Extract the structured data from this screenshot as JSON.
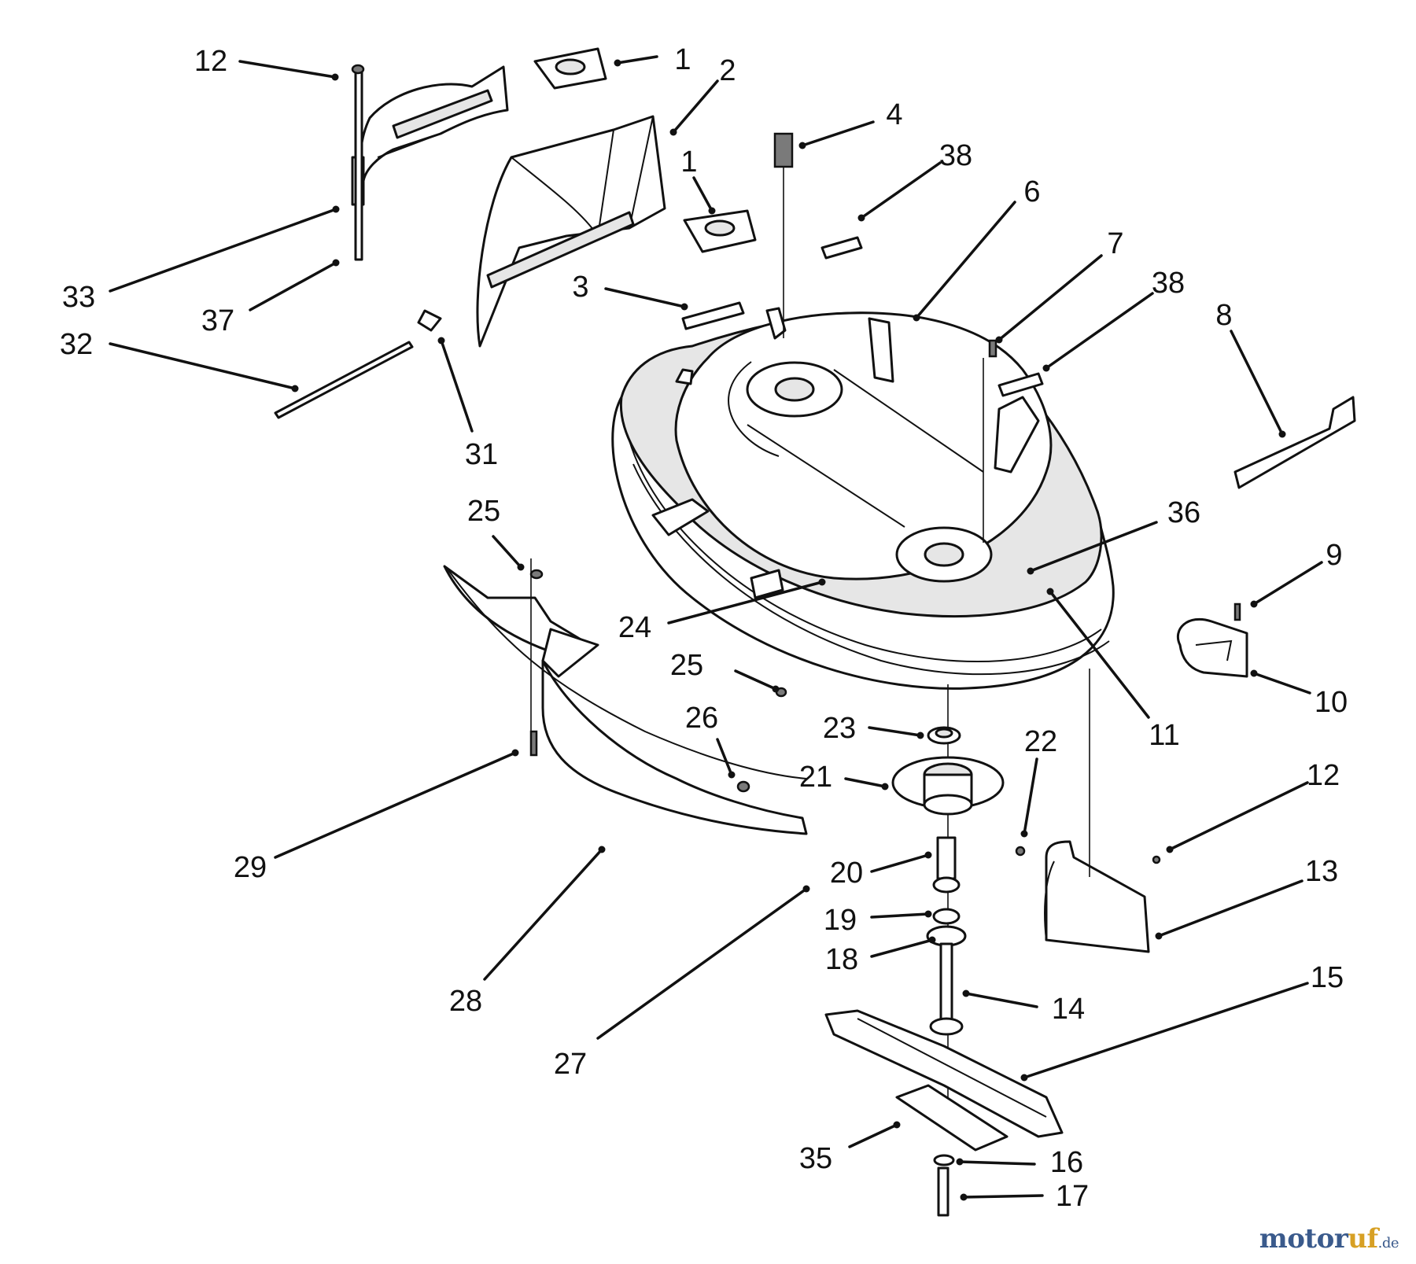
{
  "diagram": {
    "callouts": [
      {
        "id": "c12a",
        "text": "12"
      },
      {
        "id": "c1a",
        "text": "1"
      },
      {
        "id": "c2",
        "text": "2"
      },
      {
        "id": "c4",
        "text": "4"
      },
      {
        "id": "c38a",
        "text": "38"
      },
      {
        "id": "c1b",
        "text": "1"
      },
      {
        "id": "c6",
        "text": "6"
      },
      {
        "id": "c7",
        "text": "7"
      },
      {
        "id": "c38b",
        "text": "38"
      },
      {
        "id": "c8",
        "text": "8"
      },
      {
        "id": "c3",
        "text": "3"
      },
      {
        "id": "c33",
        "text": "33"
      },
      {
        "id": "c37",
        "text": "37"
      },
      {
        "id": "c32",
        "text": "32"
      },
      {
        "id": "c31",
        "text": "31"
      },
      {
        "id": "c36",
        "text": "36"
      },
      {
        "id": "c25a",
        "text": "25"
      },
      {
        "id": "c9",
        "text": "9"
      },
      {
        "id": "c24",
        "text": "24"
      },
      {
        "id": "c25b",
        "text": "25"
      },
      {
        "id": "c10",
        "text": "10"
      },
      {
        "id": "c26",
        "text": "26"
      },
      {
        "id": "c23",
        "text": "23"
      },
      {
        "id": "c22",
        "text": "22"
      },
      {
        "id": "c11",
        "text": "11"
      },
      {
        "id": "c21",
        "text": "21"
      },
      {
        "id": "c12b",
        "text": "12"
      },
      {
        "id": "c29",
        "text": "29"
      },
      {
        "id": "c20",
        "text": "20"
      },
      {
        "id": "c13",
        "text": "13"
      },
      {
        "id": "c19",
        "text": "19"
      },
      {
        "id": "c18",
        "text": "18"
      },
      {
        "id": "c28",
        "text": "28"
      },
      {
        "id": "c15",
        "text": "15"
      },
      {
        "id": "c14",
        "text": "14"
      },
      {
        "id": "c27",
        "text": "27"
      },
      {
        "id": "c35",
        "text": "35"
      },
      {
        "id": "c16",
        "text": "16"
      },
      {
        "id": "c17",
        "text": "17"
      }
    ]
  },
  "watermark": {
    "main": "motor",
    "accent": "uf",
    "tld": ".de"
  }
}
